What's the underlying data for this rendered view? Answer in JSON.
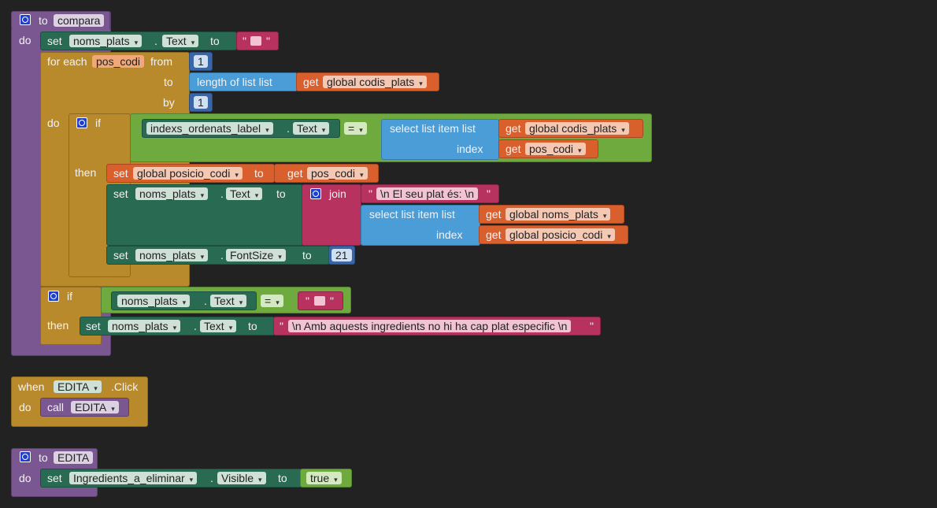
{
  "dropdown_arrow": "▾",
  "compara": {
    "to": "to",
    "name": "compara",
    "do": "do",
    "set1": {
      "set": "set",
      "comp": "noms_plats",
      "dot": ".",
      "prop": "Text",
      "to": "to",
      "q": "\""
    },
    "for": {
      "for_each": "for each",
      "var": "pos_codi",
      "from": "from",
      "from_val": "1",
      "to": "to",
      "length_of_list": "length of list  list",
      "get": "get",
      "get_var": "global codis_plats",
      "by": "by",
      "by_val": "1",
      "do": "do"
    },
    "if1": {
      "if": "if",
      "comp": "indexs_ordenats_label",
      "dot": ".",
      "prop": "Text",
      "op": "=",
      "select": "select list item  list",
      "get": "get",
      "get_var": "global codis_plats",
      "index": "index",
      "index_var": "pos_codi",
      "then": "then"
    },
    "set_global": {
      "set": "set",
      "var": "global posicio_codi",
      "to": "to",
      "get": "get",
      "get_var": "pos_codi"
    },
    "set_join": {
      "set": "set",
      "comp": "noms_plats",
      "dot": ".",
      "prop": "Text",
      "to": "to",
      "join": "join",
      "text": "\\n El seu plat és: \\n",
      "q": "\"",
      "select": "select list item  list",
      "get": "get",
      "get_list": "global noms_plats",
      "index": "index",
      "get_index": "global posicio_codi"
    },
    "set_font": {
      "set": "set",
      "comp": "noms_plats",
      "dot": ".",
      "prop": "FontSize",
      "to": "to",
      "val": "21"
    },
    "if2": {
      "if": "if",
      "comp": "noms_plats",
      "dot": ".",
      "prop": "Text",
      "op": "=",
      "q": "\"",
      "then": "then",
      "set": "set",
      "set_comp": "noms_plats",
      "set_prop": "Text",
      "to": "to",
      "text": "\\n Amb aquests ingredients no hi ha cap plat especific \\n"
    }
  },
  "when": {
    "when": "when",
    "comp": "EDITA",
    "event": ".Click",
    "do": "do",
    "call": "call",
    "proc": "EDITA"
  },
  "edita": {
    "to": "to",
    "name": "EDITA",
    "do": "do",
    "set": "set",
    "comp": "Ingredients_a_eliminar",
    "dot": ".",
    "prop": "Visible",
    "to2": "to",
    "val": "true"
  }
}
